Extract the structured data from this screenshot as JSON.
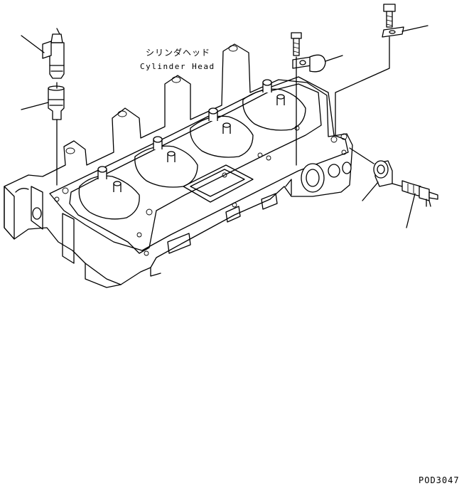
{
  "diagram": {
    "title_jp": "シリンダヘッド",
    "title_en": "Cylinder Head",
    "figure_code": "POD3047"
  },
  "colors": {
    "line": "#000000",
    "background": "#ffffff"
  },
  "parts": [
    {
      "name": "injector-nozzle-holder"
    },
    {
      "name": "injector-sleeve"
    },
    {
      "name": "bolt-top"
    },
    {
      "name": "clamp"
    },
    {
      "name": "bolt-right"
    },
    {
      "name": "bracket"
    },
    {
      "name": "plug"
    },
    {
      "name": "temperature-sensor"
    }
  ]
}
